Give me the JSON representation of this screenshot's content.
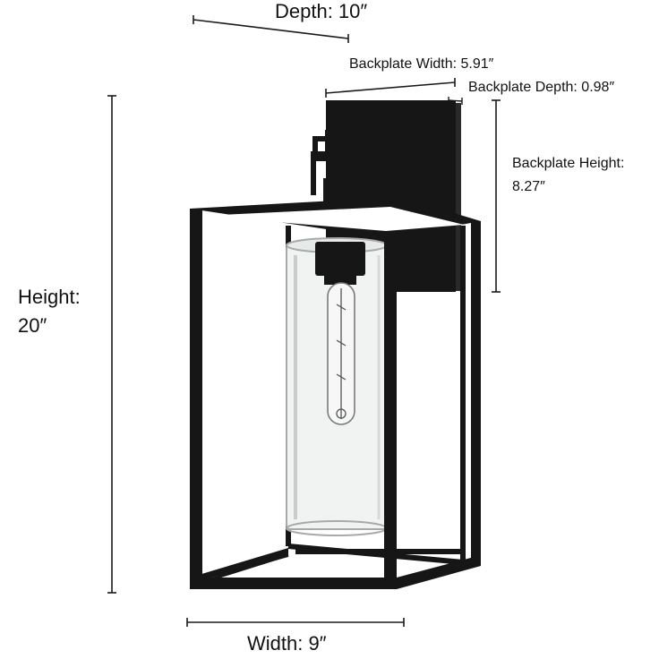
{
  "dimensions": {
    "depth": {
      "label": "Depth: 10″"
    },
    "backplate_width": {
      "label": "Backplate Width: 5.91″"
    },
    "backplate_depth": {
      "label": "Backplate Depth: 0.98″"
    },
    "backplate_height": {
      "line1": "Backplate Height:",
      "line2": "8.27″"
    },
    "height": {
      "line1": "Height:",
      "line2": "20″"
    },
    "width": {
      "label": "Width: 9″"
    }
  },
  "colors": {
    "fixture": "#161616",
    "glass_edge": "#a9a9a9",
    "glass_fill": "#f1f3f3",
    "dimension_line": "#1a1a1a"
  }
}
